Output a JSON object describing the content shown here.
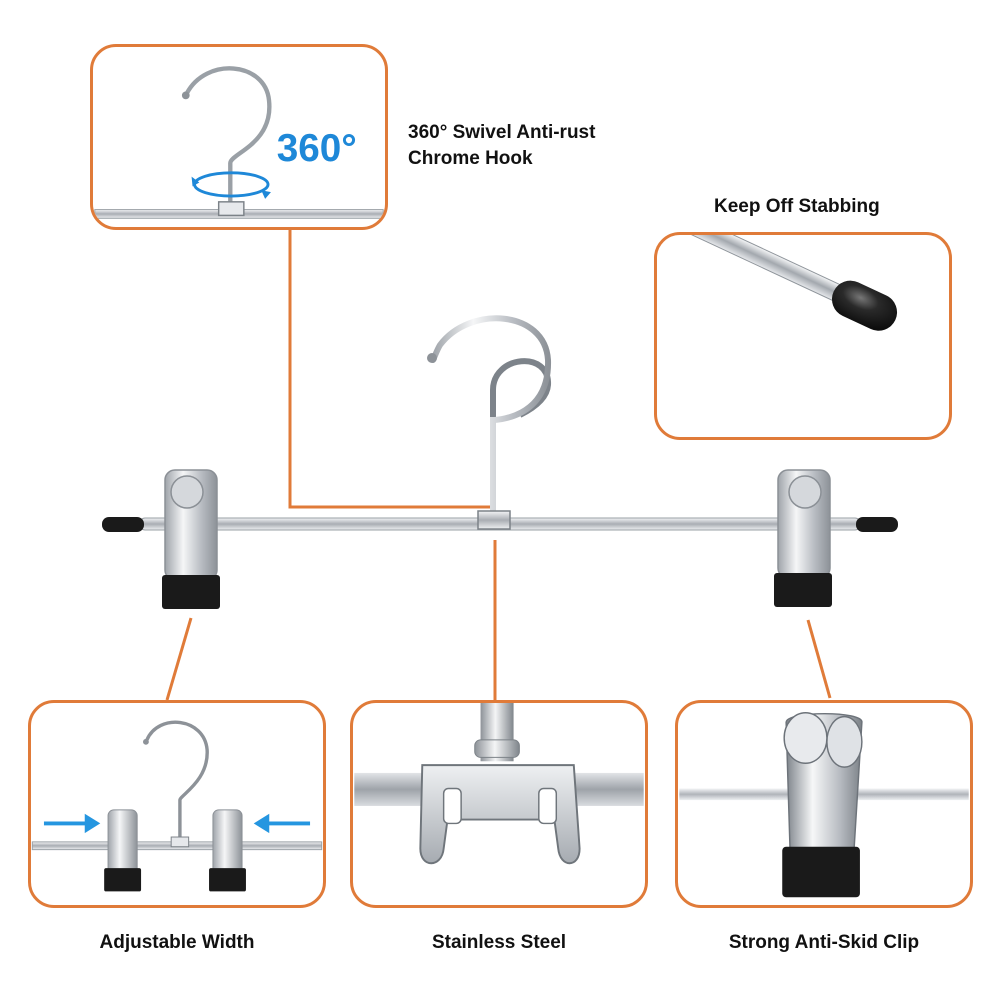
{
  "features": {
    "swivel_hook": {
      "caption_line1": "360° Swivel Anti-rust",
      "caption_line2": "Chrome Hook",
      "badge": "360°"
    },
    "end_caps": {
      "caption": "Keep Off Stabbing"
    },
    "adjustable": {
      "caption": "Adjustable Width"
    },
    "material": {
      "caption": "Stainless Steel"
    },
    "clip": {
      "caption": "Strong Anti-Skid Clip"
    }
  },
  "colors": {
    "accent_border": "#e07b39",
    "badge_blue": "#1e88d8",
    "arrow_blue": "#2596e0",
    "chrome": "#c8ccd2",
    "rubber": "#1a1a1a"
  }
}
